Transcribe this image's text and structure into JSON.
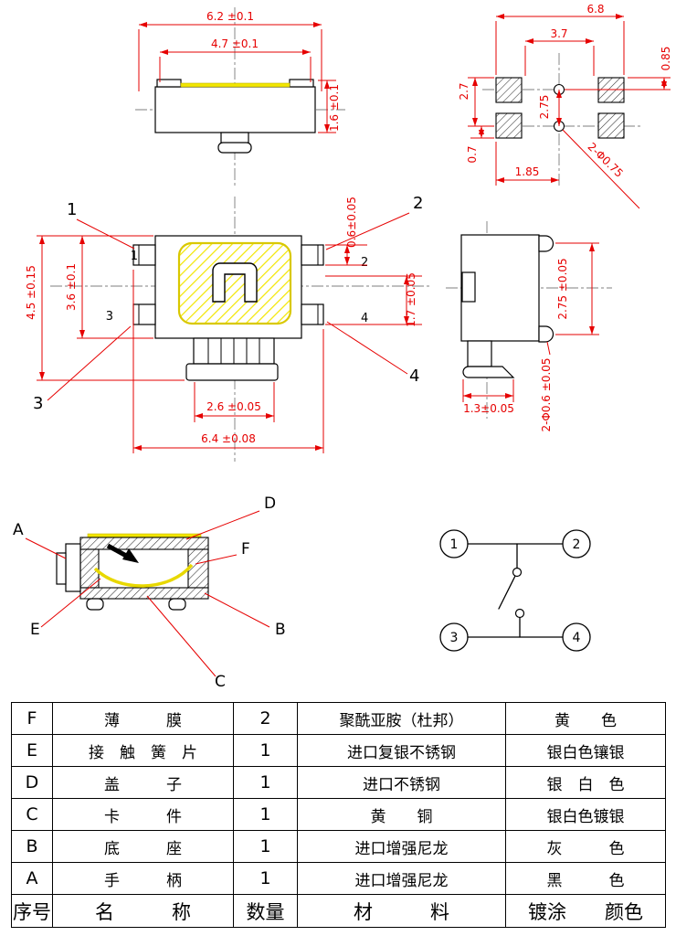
{
  "drawing": {
    "front": {
      "dim_outer_width": "6.2 ±0.1",
      "dim_inner_width": "4.7 ±0.1",
      "dim_height": "1.6 ±0.1"
    },
    "footprint": {
      "dim_outer_width": "6.8",
      "dim_inner_width": "3.7",
      "dim_pad_edge": "0.85",
      "dim_left_span": "2.7",
      "dim_hole_pitch": "2.75",
      "dim_pad_drop": "0.7",
      "dim_hole_offset": "1.85",
      "dim_holes": "2-Φ0.75"
    },
    "top": {
      "dim_total_height": "4.5 ±0.15",
      "dim_body_height": "3.6 ±0.1",
      "dim_lead_width": "0.6±0.05",
      "dim_lead_offset": "1.7 ±0.05",
      "dim_stem_width": "2.6 ±0.05",
      "dim_total_width": "6.4 ±0.08",
      "callouts": {
        "c1": "1",
        "c2": "2",
        "c3": "3",
        "c4": "4"
      },
      "pins": {
        "p1": "1",
        "p2": "2",
        "p3": "3",
        "p4": "4"
      }
    },
    "side": {
      "dim_lead_pitch": "2.75 ±0.05",
      "dim_lead_dia": "2-Φ0.6 ±0.05",
      "dim_foot_width": "1.3±0.05"
    },
    "section": {
      "labels": {
        "a": "A",
        "b": "B",
        "c": "C",
        "d": "D",
        "e": "E",
        "f": "F"
      }
    },
    "circuit": {
      "t1": "1",
      "t2": "2",
      "t3": "3",
      "t4": "4"
    }
  },
  "table": {
    "rows": [
      {
        "id": "F",
        "name": "薄　　　膜",
        "qty": "2",
        "material": "聚酰亚胺（杜邦）",
        "finish": "黄　　色"
      },
      {
        "id": "E",
        "name": "接　触　簧　片",
        "qty": "1",
        "material": "进口复银不锈钢",
        "finish": "银白色镶银"
      },
      {
        "id": "D",
        "name": "盖　　　子",
        "qty": "1",
        "material": "进口不锈钢",
        "finish": "银　白　色"
      },
      {
        "id": "C",
        "name": "卡　　　件",
        "qty": "1",
        "material": "黄　　铜",
        "finish": "银白色镀银"
      },
      {
        "id": "B",
        "name": "底　　　座",
        "qty": "1",
        "material": "进口增强尼龙",
        "finish": "灰　　　色"
      },
      {
        "id": "A",
        "name": "手　　　柄",
        "qty": "1",
        "material": "进口增强尼龙",
        "finish": "黑　　　色"
      }
    ],
    "header": {
      "id": "序号",
      "name": "名　　　称",
      "qty": "数量",
      "material": "材　　　料",
      "finish": "镀涂　　颜色"
    }
  },
  "colors": {
    "dimension": "#e60000",
    "highlight": "#f2e600",
    "line": "#000000"
  }
}
